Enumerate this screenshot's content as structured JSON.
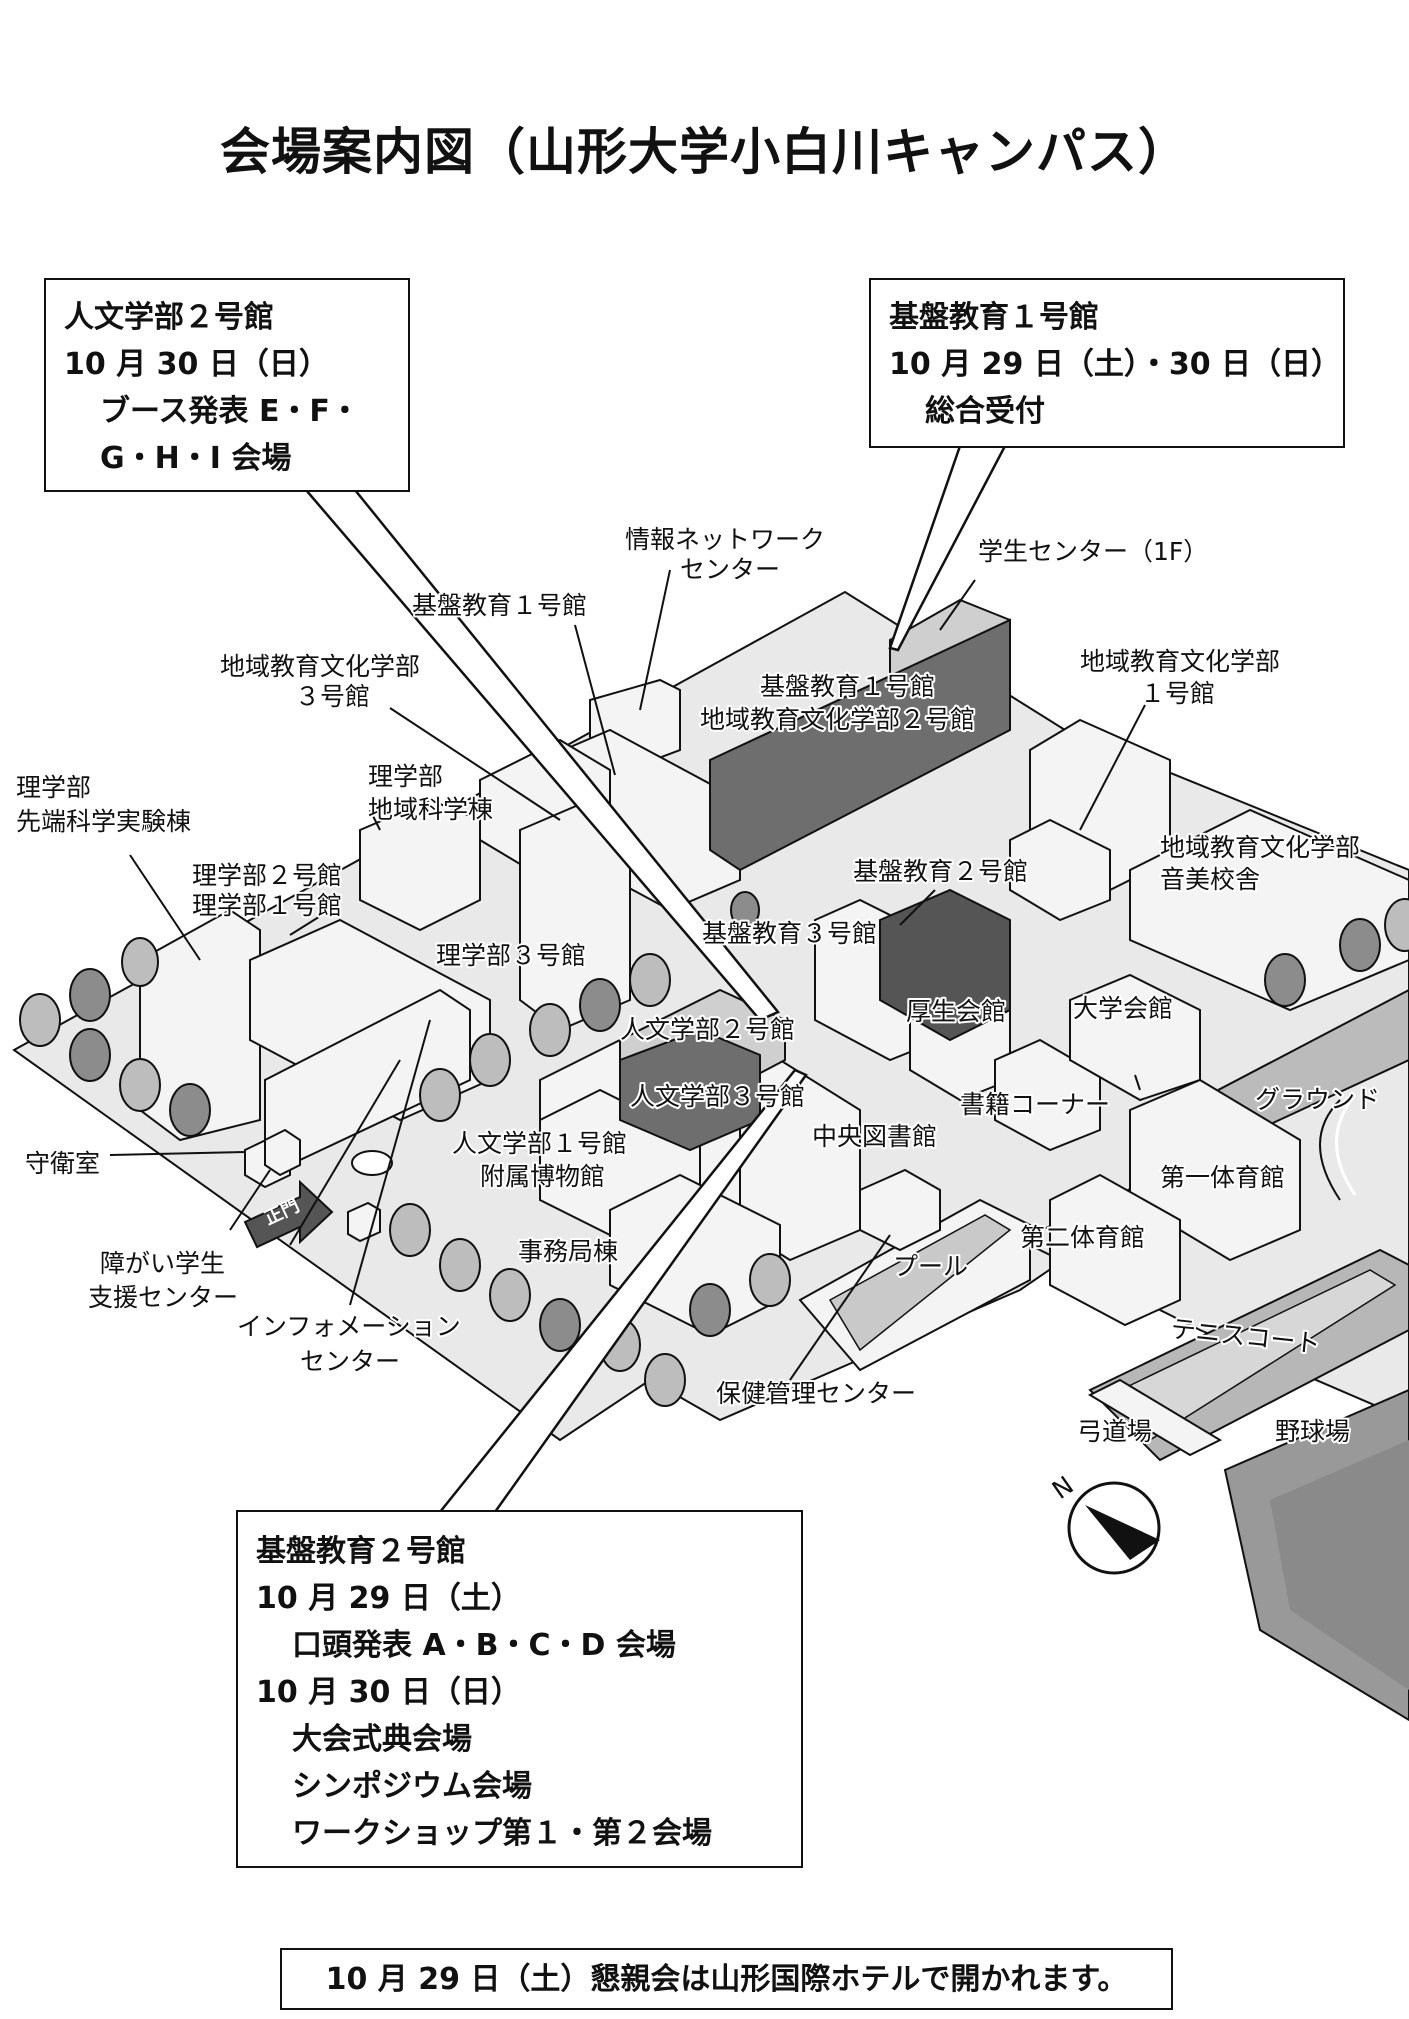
{
  "title": "会場案内図（山形大学小白川キャンパス）",
  "callouts": {
    "jinbun2": {
      "line1": "人文学部２号館",
      "line2": "10 月 30 日（日）",
      "line3": "ブース発表 E・F・",
      "line4": "G・H・I 会場"
    },
    "kiban1": {
      "line1": "基盤教育１号館",
      "line2": "10 月 29 日（土）・30 日（日）",
      "line3": "総合受付"
    },
    "kiban2": {
      "line1": "基盤教育２号館",
      "line2": "10 月 29 日（土）",
      "line3": "口頭発表 A・B・C・D 会場",
      "line4": "10 月 30 日（日）",
      "line5": "大会式典会場",
      "line6": "シンポジウム会場",
      "line7": "ワークショップ第１・第２会場"
    }
  },
  "footer": "10 月 29 日（土）懇親会は山形国際ホテルで開かれます。",
  "labels": {
    "joho_1": "情報ネットワーク",
    "joho_2": "センター",
    "gakusei": "学生センター（1F）",
    "kiban1_small": "基盤教育１号館",
    "chiiki3_1": "地域教育文化学部",
    "chiiki3_2": "３号館",
    "kiban1_chiiki2_1": "基盤教育１号館",
    "kiban1_chiiki2_2": "地域教育文化学部２号館",
    "chiiki1_1": "地域教育文化学部",
    "chiiki1_2": "１号館",
    "rigaku_sentan_1": "理学部",
    "rigaku_sentan_2": "先端科学実験棟",
    "rigaku_chiiki_1": "理学部",
    "rigaku_chiiki_2": "地域科学棟",
    "rigaku2": "理学部２号館",
    "rigaku1": "理学部１号館",
    "kiban2_small": "基盤教育２号館",
    "chiiki_ongaku_1": "地域教育文化学部",
    "chiiki_ongaku_2": "音美校舎",
    "kiban3": "基盤教育３号館",
    "rigaku3": "理学部３号館",
    "kosei": "厚生会館",
    "daigaku": "大学会館",
    "jinbun2_small": "人文学部２号館",
    "jinbun3": "人文学部３号館",
    "shoseki": "書籍コーナー",
    "ground": "グラウンド",
    "chuo_tosho": "中央図書館",
    "jinbun1_1": "人文学部１号館",
    "jinbun1_2": "附属博物館",
    "shueishitsu": "守衛室",
    "daiichi_tai": "第一体育館",
    "daini_tai": "第二体育館",
    "jimukyoku": "事務局棟",
    "pool": "プール",
    "shogai_1": "障がい学生",
    "shogai_2": "支援センター",
    "tennis": "テニスコート",
    "info_1": "インフォメーション",
    "info_2": "センター",
    "hoken": "保健管理センター",
    "kyudo": "弓道場",
    "yakyu": "野球場",
    "seimon": "正門",
    "north": "N"
  }
}
